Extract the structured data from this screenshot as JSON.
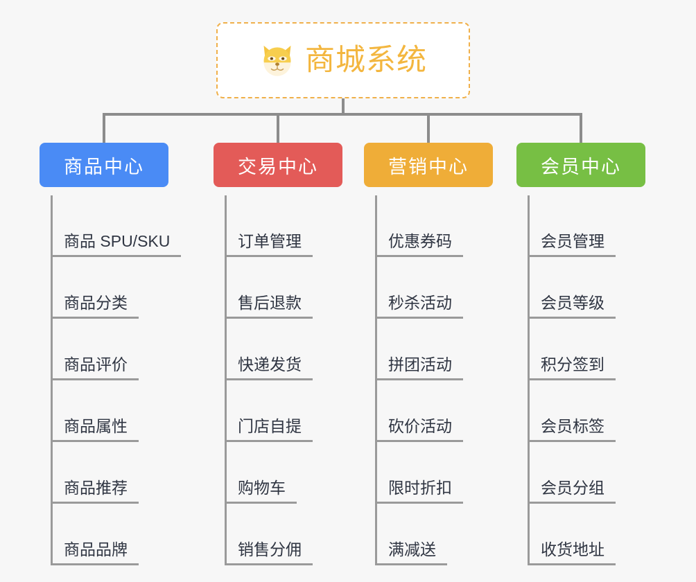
{
  "background_color": "#f7f7f7",
  "root": {
    "title": "商城系统",
    "icon": "shiba-dog-icon",
    "text_color": "#f3b63f",
    "border_color": "#f0b04a"
  },
  "connector_color": "#8c8c8c",
  "rail_color": "#9a9a9a",
  "branches": [
    {
      "label": "商品中心",
      "color": "#4a8bf5",
      "items": [
        "商品 SPU/SKU",
        "商品分类",
        "商品评价",
        "商品属性",
        "商品推荐",
        "商品品牌"
      ]
    },
    {
      "label": "交易中心",
      "color": "#e35b58",
      "items": [
        "订单管理",
        "售后退款",
        "快递发货",
        "门店自提",
        "购物车",
        "销售分佣"
      ]
    },
    {
      "label": "营销中心",
      "color": "#efad38",
      "items": [
        "优惠券码",
        "秒杀活动",
        "拼团活动",
        "砍价活动",
        "限时折扣",
        "满减送"
      ]
    },
    {
      "label": "会员中心",
      "color": "#77bf44",
      "items": [
        "会员管理",
        "会员等级",
        "积分签到",
        "会员标签",
        "会员分组",
        "收货地址"
      ]
    }
  ]
}
